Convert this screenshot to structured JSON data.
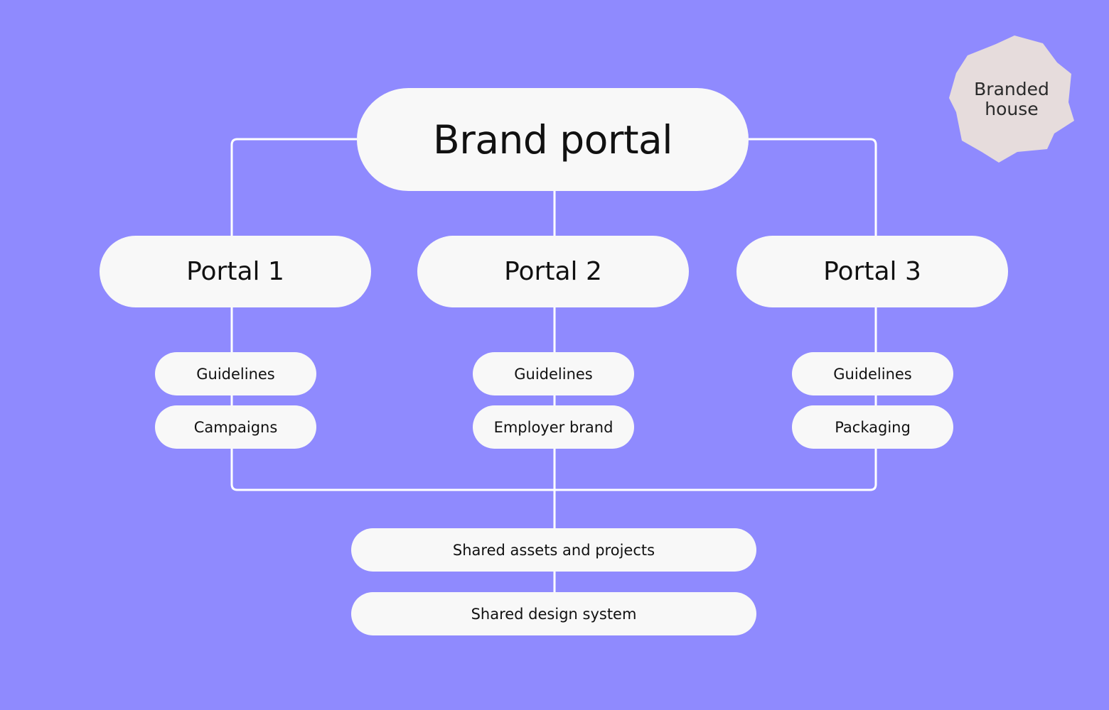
{
  "colors": {
    "background": "#8f8afe",
    "pill_fill": "#f8f8f8",
    "connector": "#ffffff",
    "badge_fill": "#e6dcdc",
    "text": "#111111"
  },
  "root": {
    "label": "Brand portal"
  },
  "portals": [
    {
      "label": "Portal 1",
      "items": [
        "Guidelines",
        "Campaigns"
      ]
    },
    {
      "label": "Portal 2",
      "items": [
        "Guidelines",
        "Employer brand"
      ]
    },
    {
      "label": "Portal 3",
      "items": [
        "Guidelines",
        "Packaging"
      ]
    }
  ],
  "shared": [
    "Shared assets and projects",
    "Shared design system"
  ],
  "badge": {
    "label": "Branded\nhouse"
  }
}
